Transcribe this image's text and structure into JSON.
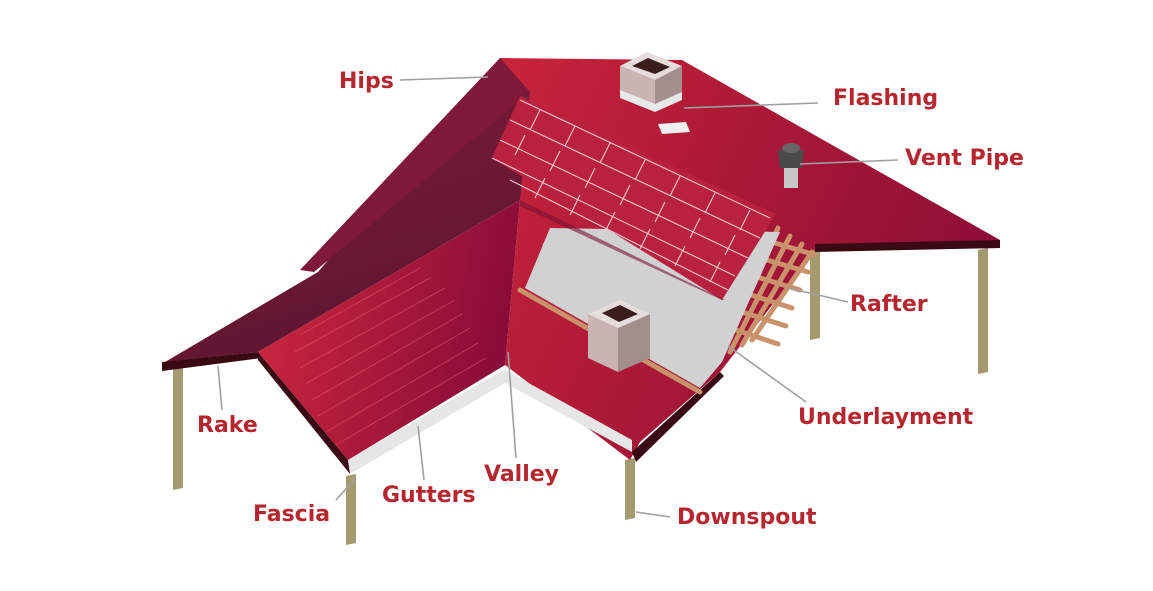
{
  "colors": {
    "roof": "#a0163a",
    "roof_light": "#c4223b",
    "roof_dark": "#6e1532",
    "edge": "#3a0a14",
    "label": "#b5262f",
    "leader": "#a0a0a0",
    "post": "#a39a70",
    "underlayment": "#d1d1d1",
    "rafter": "#c9926a",
    "chimney": "#c9b3b3"
  },
  "labels": {
    "hips": "Hips",
    "flashing": "Flashing",
    "vent_pipe": "Vent Pipe",
    "rafter": "Rafter",
    "underlayment": "Underlayment",
    "rake": "Rake",
    "fascia": "Fascia",
    "gutters": "Gutters",
    "valley": "Valley",
    "downspout": "Downspout"
  }
}
